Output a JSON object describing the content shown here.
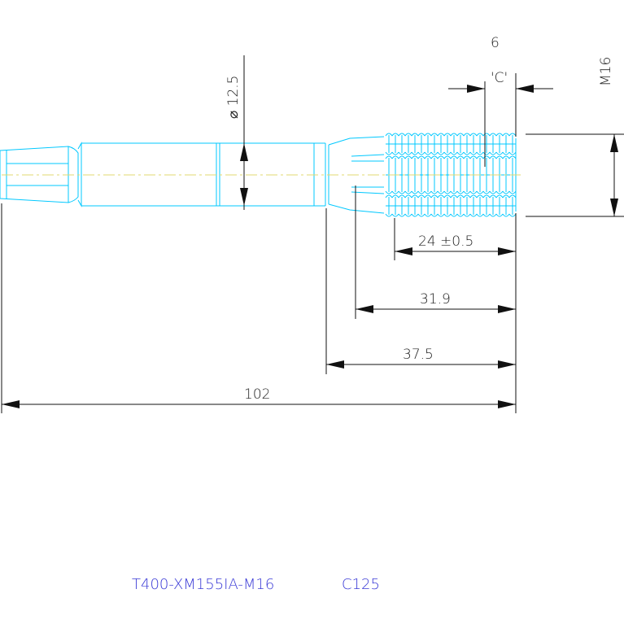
{
  "drawing": {
    "dimensions": {
      "shank_diameter": "⌀ 12.5",
      "thread_size": "M16",
      "chamfer_length": "6",
      "chamfer_label": "'C'",
      "thread_length": "24 ±0.5",
      "length_1": "31.9",
      "length_2": "37.5",
      "overall_length": "102"
    },
    "title_block": {
      "part_number": "T400-XM155IA-M16",
      "code": "C125"
    },
    "colors": {
      "part_outline": "#00c8ff",
      "centerline": "#e0d870",
      "dimension": "#111111",
      "title": "#3b3bd6"
    }
  }
}
